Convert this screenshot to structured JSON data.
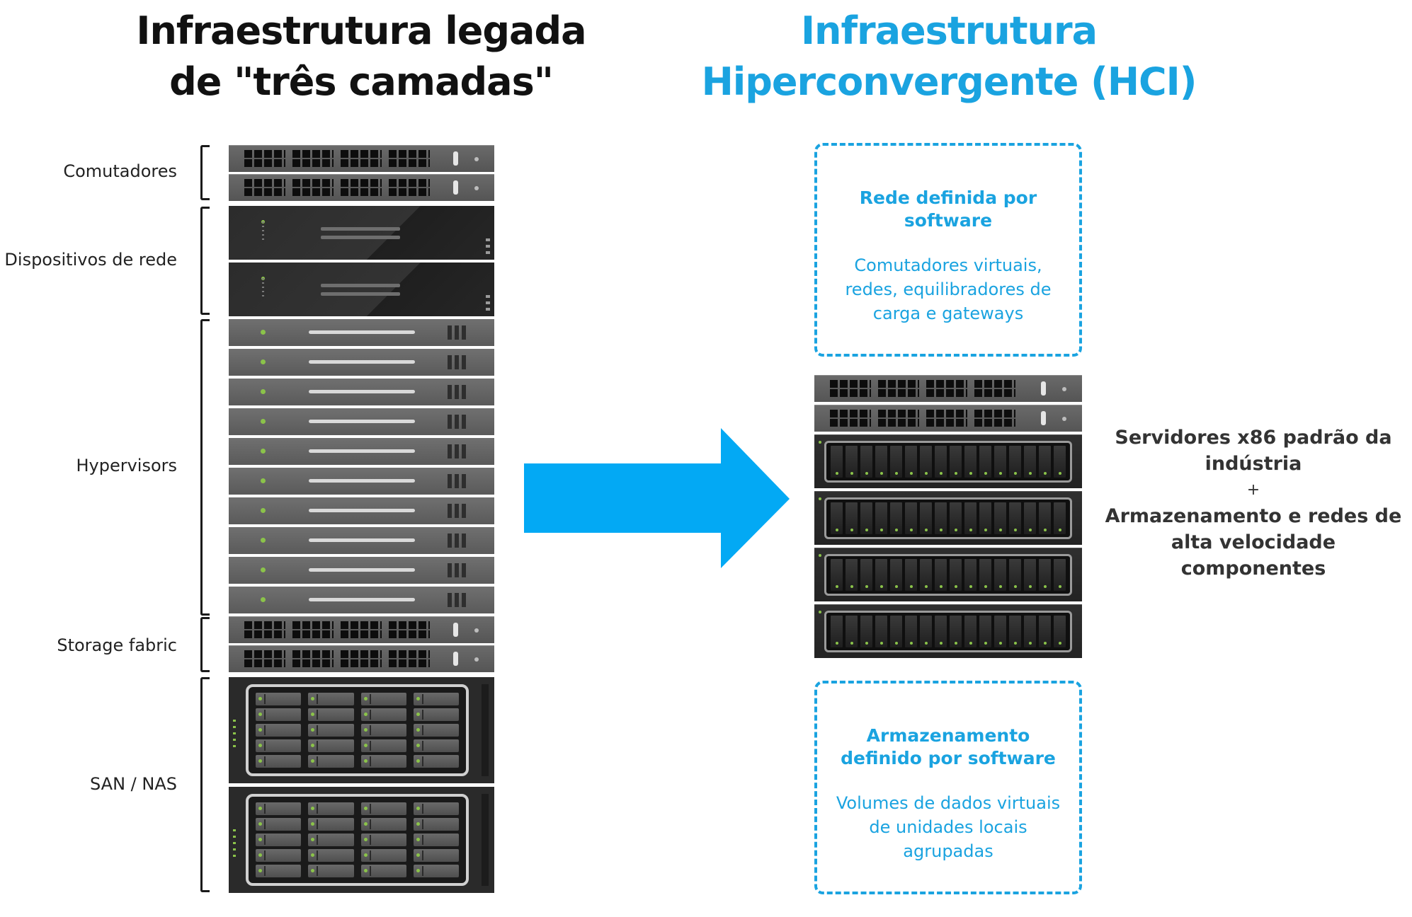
{
  "colors": {
    "accent": "#1aa3e0",
    "arrow": "#03a9f4",
    "led": "#8bc34a"
  },
  "titles": {
    "left_line1": "Infraestrutura legada",
    "left_line2": "de \"três camadas\"",
    "right_line1": "Infraestrutura",
    "right_line2": "Hiperconvergente (HCI)"
  },
  "legacy_rack": {
    "labels": {
      "switches": "Comutadores",
      "network_devices": "Dispositivos de rede",
      "hypervisors": "Hypervisors",
      "storage_fabric": "Storage fabric",
      "san_nas": "SAN / NAS"
    },
    "hypervisor_count": 10,
    "icons": [
      "switch-unit-icon",
      "network-device-icon",
      "server-unit-icon",
      "storage-array-icon"
    ]
  },
  "transition": {
    "icon": "right-arrow-icon"
  },
  "hci": {
    "network_box": {
      "title": "Rede definida por software",
      "body": "Comutadores virtuais, redes, equilibradores de carga e gateways"
    },
    "storage_box": {
      "title": "Armazenamento definido por software",
      "body": "Volumes de dados virtuais de unidades locais agrupadas"
    },
    "side_text": {
      "line1": "Servidores x86 padrão da indústria",
      "plus": "+",
      "line2": "Armazenamento e redes de alta velocidade componentes"
    },
    "node_count": 4
  }
}
